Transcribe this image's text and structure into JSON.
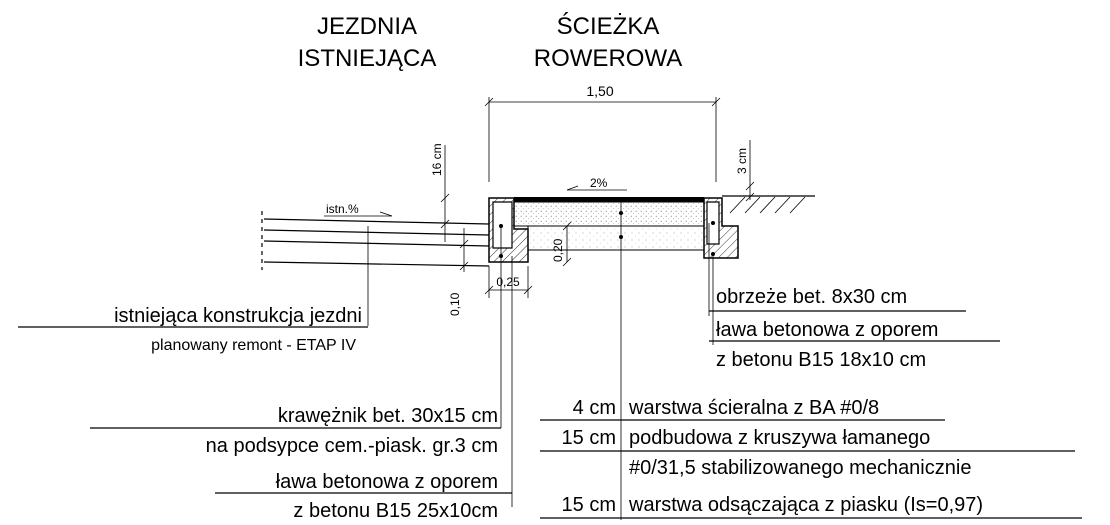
{
  "headers": {
    "left": [
      "JEZDNIA",
      "ISTNIEJĄCA"
    ],
    "right": [
      "ŚCIEŻKA",
      "ROWEROWA"
    ]
  },
  "dimensions": {
    "width_top": "1,50",
    "curb_height": "16 cm",
    "edge_height": "3 cm",
    "slope_path": "2%",
    "slope_road": "istn.%",
    "layer_depth": "0,20",
    "curb_bench_depth": "0,10",
    "curb_width": "0,25"
  },
  "left_notes": {
    "road_main": "istniejąca konstrukcja jezdni",
    "road_sub": "planowany remont - ETAP IV",
    "curb": [
      "krawężnik bet. 30x15 cm",
      "na podsypce cem.-piask. gr.3 cm",
      "ława betonowa z oporem",
      "z betonu B15 25x10cm"
    ]
  },
  "right_notes": [
    "obrzeże bet. 8x30 cm",
    "ława betonowa z oporem",
    "z betonu B15 18x10 cm"
  ],
  "layers": [
    {
      "thickness": "4 cm",
      "desc": "warstwa ścieralna z BA #0/8"
    },
    {
      "thickness": "15 cm",
      "desc": "podbudowa z kruszywa łamanego"
    },
    {
      "thickness": "",
      "desc": "#0/31,5 stabilizowanego mechanicznie"
    },
    {
      "thickness": "15 cm",
      "desc": "warstwa odsączająca z piasku (Is=0,97)"
    }
  ]
}
